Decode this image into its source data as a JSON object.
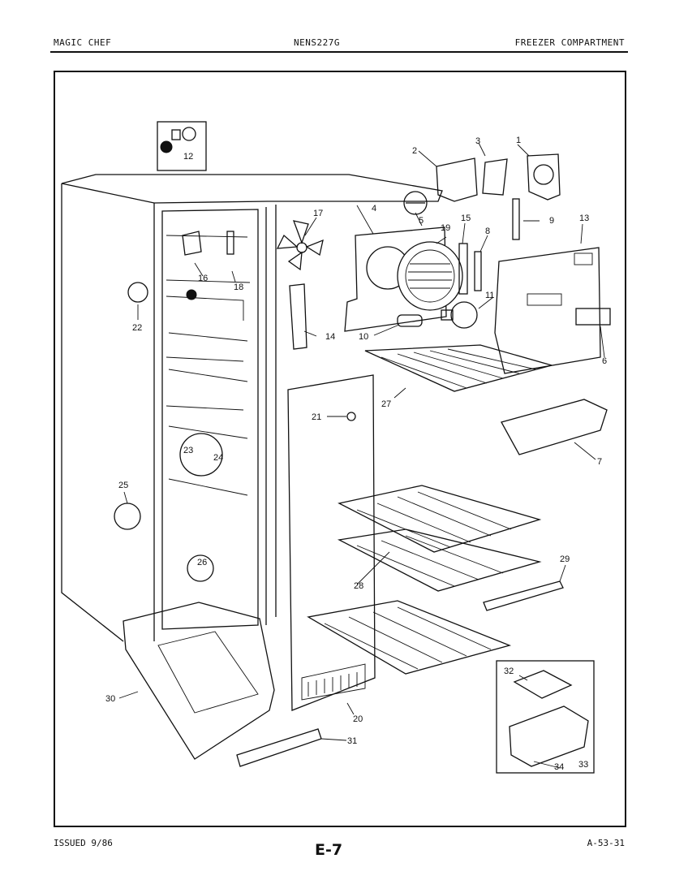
{
  "header": {
    "brand": "MAGIC CHEF",
    "model": "NENS227G",
    "section": "FREEZER COMPARTMENT"
  },
  "footer": {
    "issued": "ISSUED 9/86",
    "page": "E-7",
    "code": "A-53-31"
  },
  "callouts": [
    "1",
    "2",
    "3",
    "4",
    "5",
    "6",
    "7",
    "8",
    "9",
    "10",
    "11",
    "12",
    "13",
    "14",
    "15",
    "16",
    "17",
    "18",
    "19",
    "20",
    "21",
    "22",
    "23",
    "24",
    "25",
    "26",
    "27",
    "28",
    "29",
    "30",
    "31",
    "32",
    "33",
    "34"
  ]
}
